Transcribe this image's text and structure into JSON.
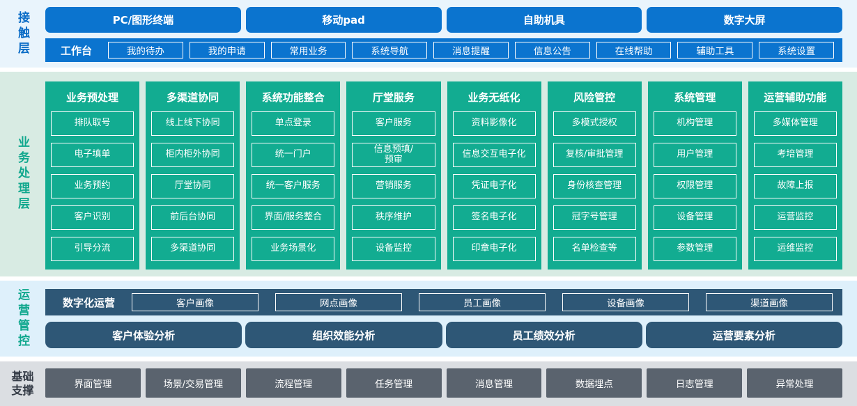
{
  "colors": {
    "accent_blue": "#0b74cf",
    "accent_green": "#12ac91",
    "accent_slate": "#2e5776",
    "accent_gray": "#5a636e"
  },
  "contact": {
    "label": "接触层",
    "terminals": [
      "PC/图形终端",
      "移动pad",
      "自助机具",
      "数字大屏"
    ],
    "workbench": {
      "label": "工作台",
      "items": [
        "我的待办",
        "我的申请",
        "常用业务",
        "系统导航",
        "消息提醒",
        "信息公告",
        "在线帮助",
        "辅助工具",
        "系统设置"
      ]
    }
  },
  "business": {
    "label": "业务处理层",
    "columns": [
      {
        "title": "业务预处理",
        "items": [
          "排队取号",
          "电子填单",
          "业务预约",
          "客户识别",
          "引导分流"
        ]
      },
      {
        "title": "多渠道协同",
        "items": [
          "线上线下协同",
          "柜内柜外协同",
          "厅堂协同",
          "前后台协同",
          "多渠道协同"
        ]
      },
      {
        "title": "系统功能整合",
        "items": [
          "单点登录",
          "统一门户",
          "统一客户服务",
          "界面/服务整合",
          "业务场景化"
        ]
      },
      {
        "title": "厅堂服务",
        "items": [
          "客户服务",
          "信息预填/\n预审",
          "营销服务",
          "秩序维护",
          "设备监控"
        ]
      },
      {
        "title": "业务无纸化",
        "items": [
          "资料影像化",
          "信息交互电子化",
          "凭证电子化",
          "签名电子化",
          "印章电子化"
        ]
      },
      {
        "title": "风险管控",
        "items": [
          "多模式授权",
          "复核/审批管理",
          "身份核查管理",
          "冠字号管理",
          "名单检查等"
        ]
      },
      {
        "title": "系统管理",
        "items": [
          "机构管理",
          "用户管理",
          "权限管理",
          "设备管理",
          "参数管理"
        ]
      },
      {
        "title": "运营辅助功能",
        "items": [
          "多媒体管理",
          "考培管理",
          "故障上报",
          "运营监控",
          "运维监控"
        ]
      }
    ]
  },
  "ops": {
    "label": "运营管控",
    "digital": {
      "label": "数字化运营",
      "items": [
        "客户画像",
        "网点画像",
        "员工画像",
        "设备画像",
        "渠道画像"
      ]
    },
    "analysis": [
      "客户体验分析",
      "组织效能分析",
      "员工绩效分析",
      "运营要素分析"
    ]
  },
  "base": {
    "label": "基础\n支撑",
    "items": [
      "界面管理",
      "场景/交易管理",
      "流程管理",
      "任务管理",
      "消息管理",
      "数据埋点",
      "日志管理",
      "异常处理"
    ]
  }
}
